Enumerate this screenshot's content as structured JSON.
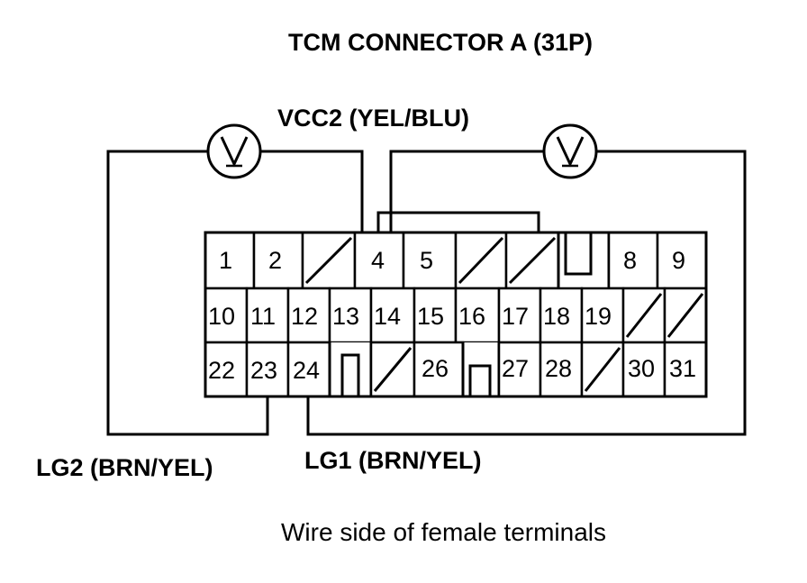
{
  "title": "TCM CONNECTOR A (31P)",
  "labels": {
    "vcc2": "VCC2 (YEL/BLU)",
    "lg2": "LG2 (BRN/YEL)",
    "lg1": "LG1 (BRN/YEL)"
  },
  "footer": "Wire side of female terminals",
  "icons": {
    "voltmeter": "voltmeter-icon"
  },
  "connector": {
    "rows": [
      [
        "1",
        "2",
        "",
        "4",
        "5",
        "",
        "",
        "",
        "8",
        "9"
      ],
      [
        "10",
        "11",
        "12",
        "13",
        "14",
        "15",
        "16",
        "17",
        "18",
        "19",
        "",
        ""
      ],
      [
        "22",
        "23",
        "24",
        "",
        "",
        "26",
        "",
        "27",
        "28",
        "",
        "30",
        "31"
      ]
    ]
  }
}
